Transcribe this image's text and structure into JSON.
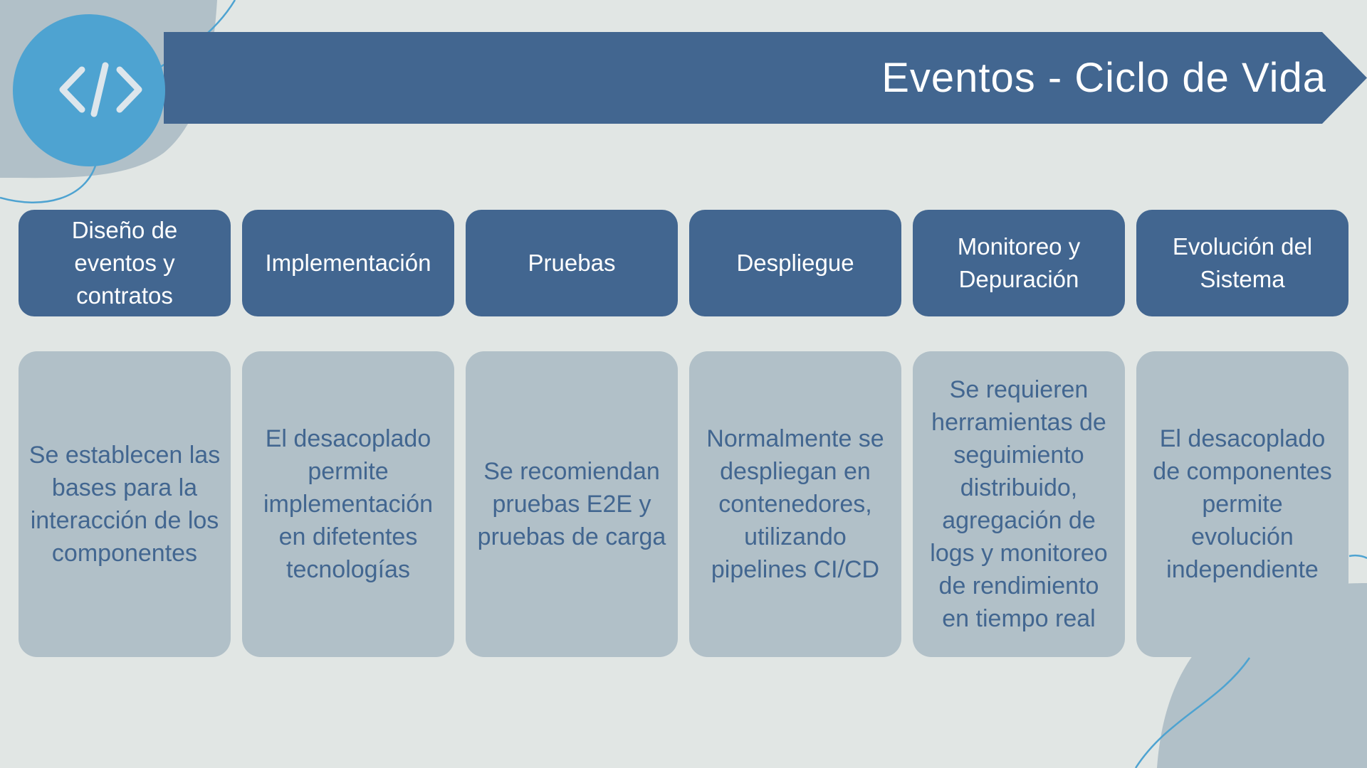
{
  "title": "Eventos - Ciclo de Vida",
  "logo": {
    "icon": "code-brackets-icon",
    "color": "#4ea3d1"
  },
  "colors": {
    "primary": "#426690",
    "card": "#b1c0c8",
    "background": "#e1e6e4",
    "accent": "#4ea3d1"
  },
  "stages": [
    {
      "label": "Diseño de\neventos y\ncontratos",
      "description": "Se establecen las\nbases para la\ninteracción de los\ncomponentes"
    },
    {
      "label": "Implementación",
      "description": "El desacoplado\npermite\nimplementación\nen difetentes\ntecnologías"
    },
    {
      "label": "Pruebas",
      "description": "Se recomiendan\npruebas E2E y\npruebas de carga"
    },
    {
      "label": "Despliegue",
      "description": "Normalmente se\ndespliegan en\ncontenedores,\nutilizando\npipelines CI/CD"
    },
    {
      "label": "Monitoreo y\nDepuración",
      "description": "Se requieren\nherramientas de\nseguimiento\ndistribuido,\nagregación de\nlogs y monitoreo\nde rendimiento\nen tiempo real"
    },
    {
      "label": "Evolución del\nSistema",
      "description": "El desacoplado\nde componentes\npermite\nevolución\nindependiente"
    }
  ]
}
